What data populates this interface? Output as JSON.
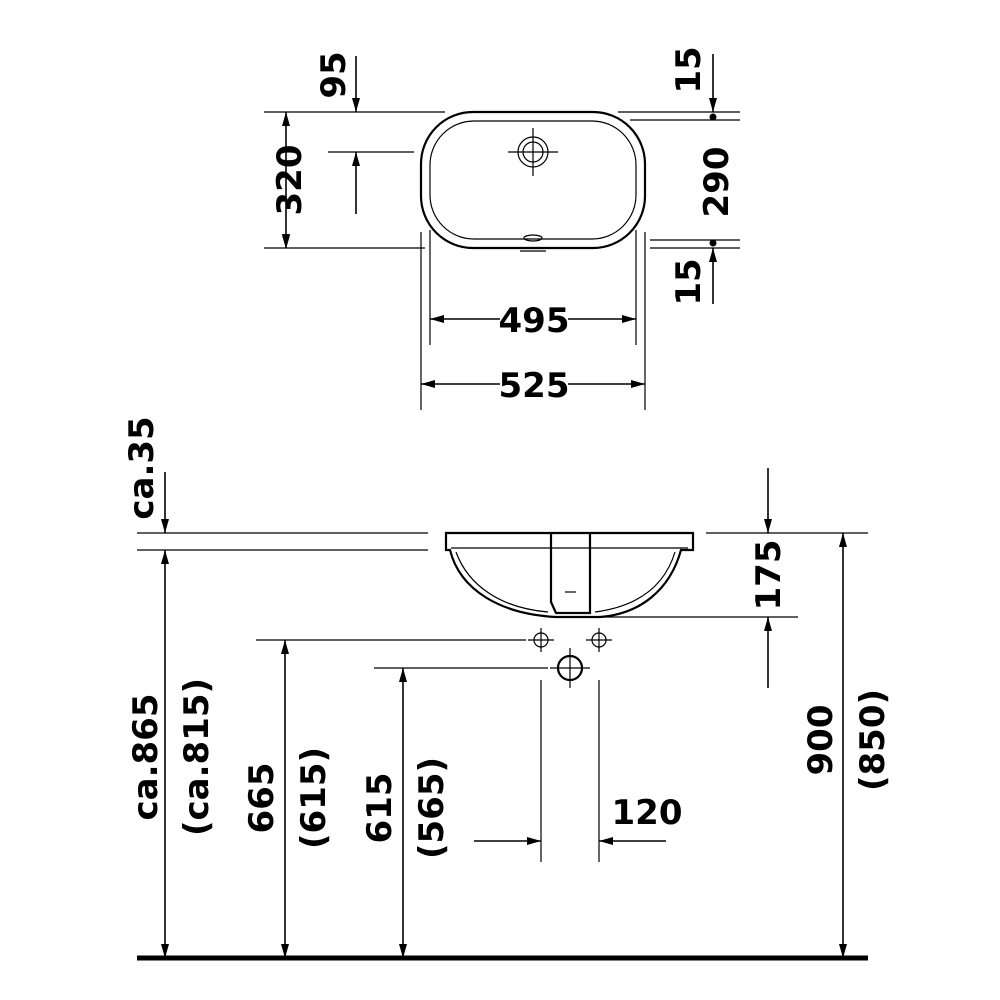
{
  "top_view": {
    "overall_depth": "320",
    "tap_hole_offset": "95",
    "inner_depth": "290",
    "rim_top": "15",
    "rim_bottom": "15",
    "inner_width": "495",
    "overall_width": "525"
  },
  "side_view": {
    "rim_thickness": "ca.35",
    "basin_depth": "175",
    "overall_height": "900",
    "overall_height_alt": "(850)",
    "rim_height": "ca.865",
    "rim_height_alt": "(ca.815)",
    "supply_height": "665",
    "supply_height_alt": "(615)",
    "waste_height": "615",
    "waste_height_alt": "(565)",
    "supply_spacing": "120"
  }
}
